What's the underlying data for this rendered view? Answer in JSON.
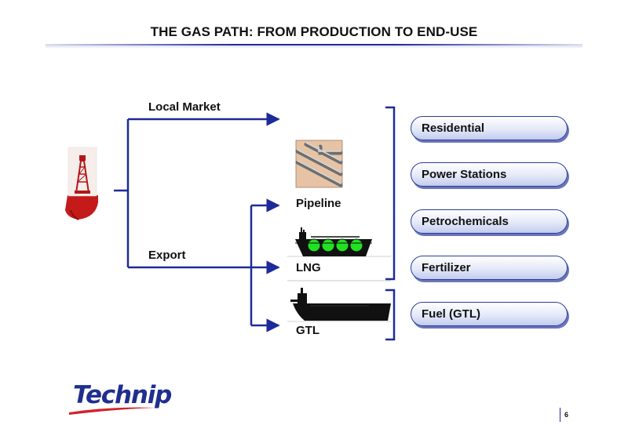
{
  "title": "THE GAS PATH: FROM PRODUCTION TO END-USE",
  "flows": {
    "local_market": "Local Market",
    "export": "Export"
  },
  "transport": [
    {
      "label": "Pipeline",
      "icon": "pipeline-icon"
    },
    {
      "label": "LNG",
      "icon": "lng-carrier-icon"
    },
    {
      "label": "GTL",
      "icon": "tanker-ship-icon"
    }
  ],
  "end_uses": [
    "Residential",
    "Power Stations",
    "Petrochemicals",
    "Fertilizer",
    "Fuel (GTL)"
  ],
  "source_icon": "gas-well-derrick-icon",
  "logo_text": "Technip",
  "page_number": "6",
  "colors": {
    "arrow": "#1e2a9a",
    "pill_border": "#2b3d9a",
    "logo": "#1f2f8f",
    "logo_swoosh": "#d4202a",
    "derrick_base": "#c41a1a",
    "lng_tanks": "#22e022"
  }
}
